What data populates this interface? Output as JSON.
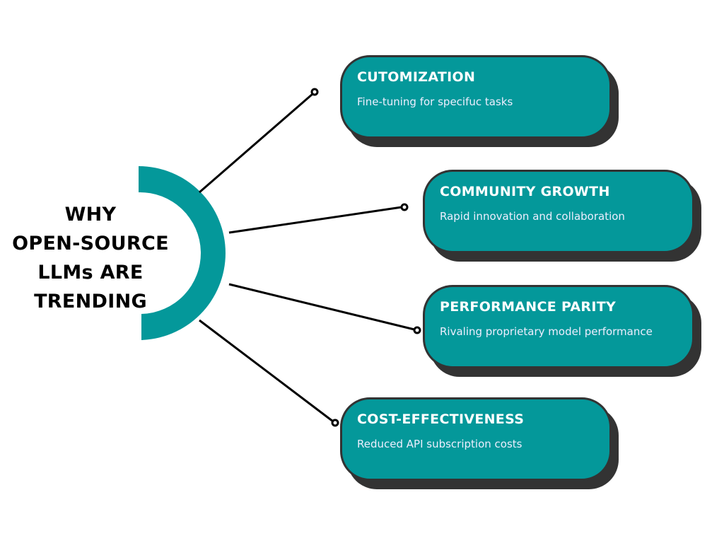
{
  "title_lines": [
    "WHY",
    "OPEN-SOURCE",
    "LLMs ARE",
    "TRENDING"
  ],
  "colors": {
    "accent": "#04989a",
    "border": "#333333"
  },
  "cards": [
    {
      "heading": "CUTOMIZATION",
      "description": "Fine-tuning for specifuc tasks"
    },
    {
      "heading": "COMMUNITY GROWTH",
      "description": "Rapid innovation and collaboration"
    },
    {
      "heading": "PERFORMANCE PARITY",
      "description": "Rivaling proprietary model performance"
    },
    {
      "heading": "COST-EFFECTIVENESS",
      "description": "Reduced API subscription costs"
    }
  ]
}
